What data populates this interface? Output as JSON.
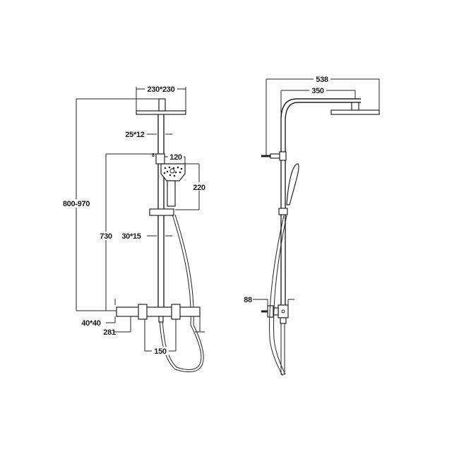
{
  "diagram": {
    "type": "technical-drawing",
    "subject": "thermostatic shower column",
    "views": [
      {
        "name": "front-view",
        "dimensions": {
          "head_size": "230*230",
          "riser_pipe": "25*12",
          "hand_shower_width": "120",
          "hand_shower_length": "220",
          "total_height": "800-970",
          "bar_height": "730",
          "slide_bar": "30*15",
          "mixer_section": "40*40",
          "mixer_length": "281",
          "inlet_centers": "150"
        }
      },
      {
        "name": "side-view",
        "dimensions": {
          "total_projection": "538",
          "arm_projection": "350",
          "wall_offset": "88"
        }
      }
    ]
  }
}
